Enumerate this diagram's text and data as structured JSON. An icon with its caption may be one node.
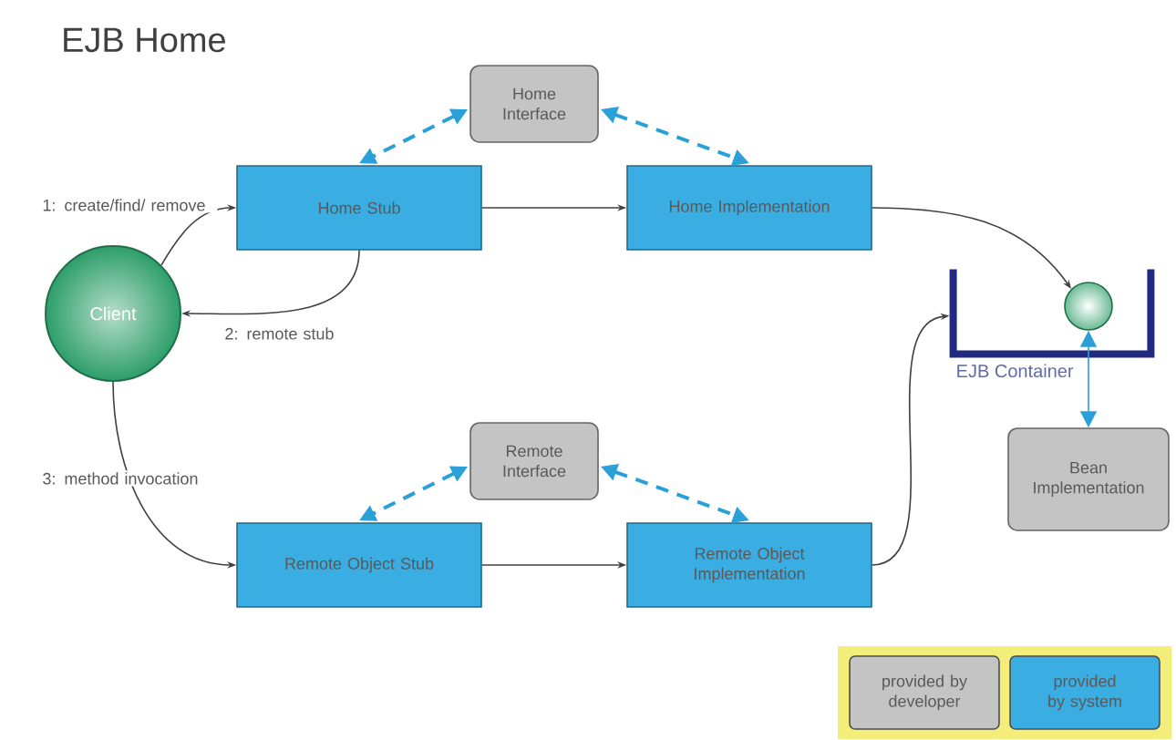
{
  "diagram": {
    "title": "EJB Home",
    "nodes": [
      {
        "text": [
          "Client"
        ]
      },
      {
        "text": [
          "Home Interface"
        ]
      },
      {
        "text": [
          "Home Stub"
        ]
      },
      {
        "text": [
          "Home Implementation"
        ]
      },
      {
        "text": [
          "EJB Container"
        ]
      },
      {
        "text": [],
        "shape": "circle",
        "in": 4
      },
      {
        "text": [
          "Remote Interface"
        ]
      },
      {
        "text": [
          "Remote Object Stub"
        ]
      },
      {
        "text": [
          "Remote Object Implementation"
        ]
      },
      {
        "text": [
          "Bean Implementation"
        ]
      }
    ],
    "edges": [
      {
        "from": 0,
        "to": 2,
        "arrow": "to",
        "label": "1: create/find/ remove"
      },
      {
        "from": 2,
        "to": 0,
        "arrow": "to",
        "label": "2: remote stub"
      },
      {
        "from": 0,
        "to": 7,
        "arrow": "to",
        "label": "3: method invocation"
      },
      {
        "from": 1,
        "to": 2,
        "arrow": "both",
        "style": "dashed",
        "color": "#2aa0d8"
      },
      {
        "from": 1,
        "to": 3,
        "arrow": "both",
        "style": "dashed",
        "color": "#2aa0d8"
      },
      {
        "from": 2,
        "to": 3,
        "arrow": "to"
      },
      {
        "from": 3,
        "to": 5,
        "arrow": "to"
      },
      {
        "from": 6,
        "to": 7,
        "arrow": "both",
        "style": "dashed",
        "color": "#2aa0d8"
      },
      {
        "from": 6,
        "to": 8,
        "arrow": "both",
        "style": "dashed",
        "color": "#2aa0d8"
      },
      {
        "from": 7,
        "to": 8,
        "arrow": "to"
      },
      {
        "from": 8,
        "to": 4,
        "arrow": "to"
      },
      {
        "from": 9,
        "to": 5,
        "arrow": "both",
        "color": "#2aa0d8"
      }
    ],
    "legend": [
      {
        "text": "provided by developer",
        "color": "#c4c4c4"
      },
      {
        "text": "provided by system",
        "color": "#3aaee2"
      }
    ]
  }
}
